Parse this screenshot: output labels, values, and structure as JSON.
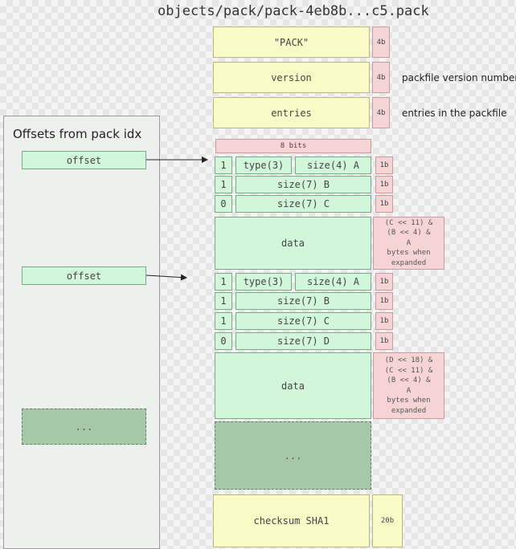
{
  "title": "objects/pack/pack-4eb8b...c5.pack",
  "header": {
    "pack": {
      "label": "\"PACK\"",
      "size": "4b"
    },
    "version": {
      "label": "version",
      "size": "4b",
      "note": "packfile version number"
    },
    "entries": {
      "label": "entries",
      "size": "4b",
      "note": "entries in the packfile"
    }
  },
  "bits_label": "8 bits",
  "object1": {
    "row1": {
      "msb": "1",
      "type": "type(3)",
      "size": "size(4) A",
      "bytes": "1b"
    },
    "row2": {
      "msb": "1",
      "size": "size(7) B",
      "bytes": "1b"
    },
    "row3": {
      "msb": "0",
      "size": "size(7) C",
      "bytes": "1b"
    },
    "data": "data",
    "note": [
      "(C << 11) &",
      "(B << 4) &",
      "A",
      "bytes when",
      "expanded"
    ]
  },
  "object2": {
    "row1": {
      "msb": "1",
      "type": "type(3)",
      "size": "size(4) A",
      "bytes": "1b"
    },
    "row2": {
      "msb": "1",
      "size": "size(7) B",
      "bytes": "1b"
    },
    "row3": {
      "msb": "1",
      "size": "size(7) C",
      "bytes": "1b"
    },
    "row4": {
      "msb": "0",
      "size": "size(7) D",
      "bytes": "1b"
    },
    "data": "data",
    "note": [
      "(D << 18) &",
      "(C << 11) &",
      "(B << 4) &",
      "A",
      "bytes when",
      "expanded"
    ]
  },
  "more": "...",
  "checksum": {
    "label": "checksum SHA1",
    "size": "20b"
  },
  "index_panel": {
    "title": "Offsets from pack idx",
    "offset1": "offset",
    "offset2": "offset",
    "more": "..."
  },
  "colors": {
    "header_yellow": "#fbfbc8",
    "field_green": "#d2f6da",
    "omitted_green": "#a7c8a6",
    "size_pink": "#f6d4d6"
  }
}
